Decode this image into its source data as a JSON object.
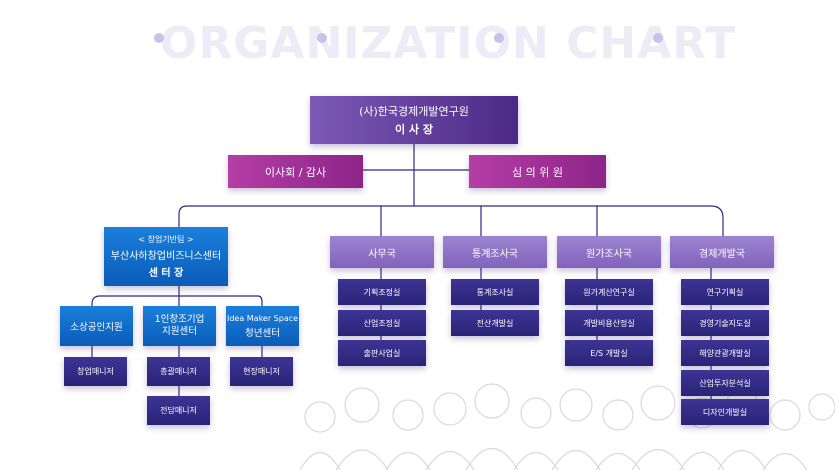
{
  "background_title": "ORGANIZATION CHART",
  "colors": {
    "top": "#5b3a9a",
    "committee": "#a12f98",
    "department": "#8b6dc4",
    "team": "#2f2886",
    "center": "#0a6fd0",
    "lines": "#2f2886"
  },
  "top": {
    "org": "(사)한국경제개발연구원",
    "role": "이 사 장"
  },
  "board": "이사회 / 감사",
  "committee": "심 의 위 원",
  "center": {
    "sub": "< 창업기반팀 >",
    "name": "부산사하창업비즈니스센터",
    "role": "센 터 장"
  },
  "center_units": [
    {
      "name": "소상공인지원",
      "teams": [
        "창업매니저"
      ]
    },
    {
      "name": "1인창조기업 지원센터",
      "teams": [
        "총괄매니저",
        "전담매니저"
      ]
    },
    {
      "name_line1": "Idea Maker Space",
      "name_line2": "청년센터",
      "teams": [
        "현장매니저"
      ]
    }
  ],
  "departments": [
    {
      "name": "사무국",
      "teams": [
        "기획조정실",
        "산업조정실",
        "출판사업실"
      ]
    },
    {
      "name": "통계조사국",
      "teams": [
        "통계조사실",
        "전산개발실"
      ]
    },
    {
      "name": "원가조사국",
      "teams": [
        "원가계산연구실",
        "개발비용산정실",
        "E/S 개발실"
      ]
    },
    {
      "name": "경제개발국",
      "teams": [
        "연구기획실",
        "경영기술지도실",
        "해양관광개발실",
        "산업투자분석실",
        "디자인개발실"
      ]
    }
  ]
}
